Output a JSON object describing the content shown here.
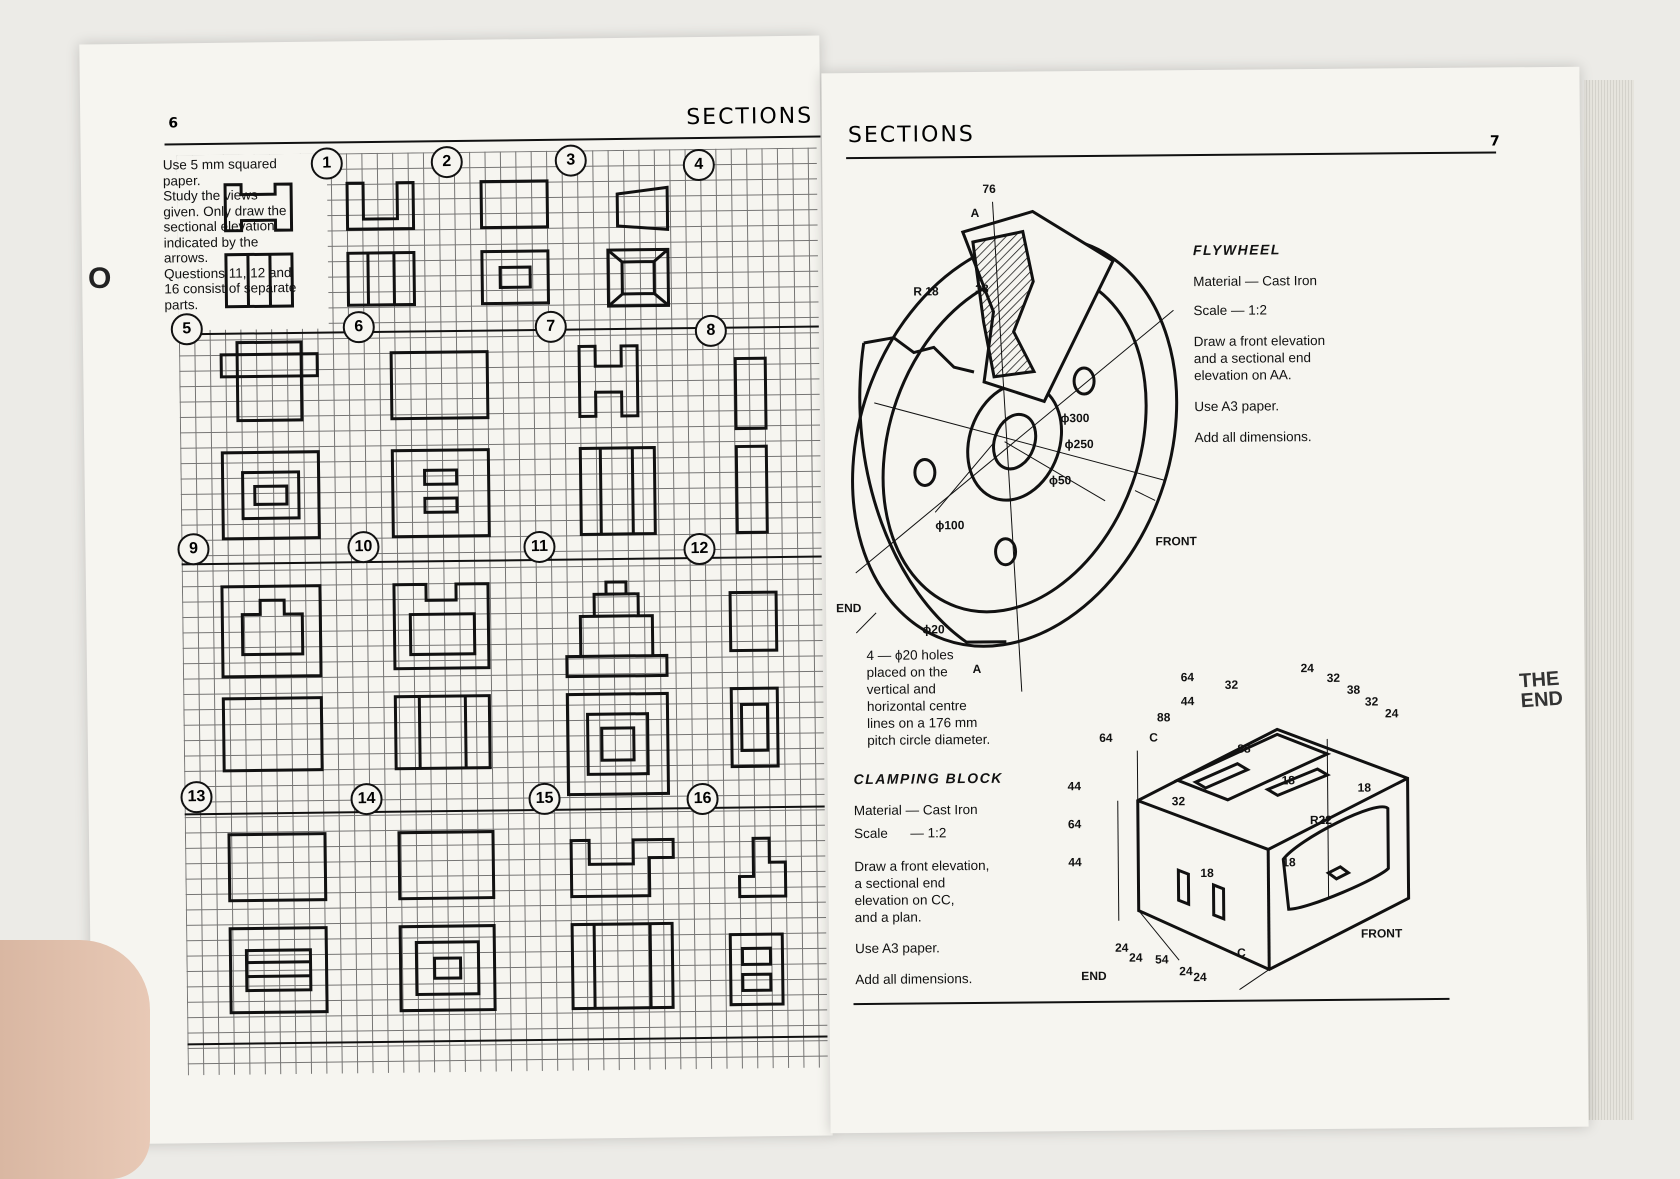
{
  "left_page": {
    "page_number": "6",
    "header": "SECTIONS",
    "instructions": [
      "Use 5 mm squared",
      "paper.",
      "Study the views",
      "given. Only draw the",
      "sectional elevation",
      "indicated by the",
      "arrows.",
      "Questions 11, 12 and",
      "16 consist of separate",
      "parts."
    ],
    "question_numbers": [
      "1",
      "2",
      "3",
      "4",
      "5",
      "6",
      "7",
      "8",
      "9",
      "10",
      "11",
      "12",
      "13",
      "14",
      "15",
      "16"
    ]
  },
  "right_page": {
    "page_number": "7",
    "header": "SECTIONS",
    "flywheel": {
      "title": "FLYWHEEL",
      "material": "Material — Cast Iron",
      "scale": "Scale — 1:2",
      "task": [
        "Draw a front elevation",
        "and a sectional end",
        "elevation on AA."
      ],
      "paper": "Use A3 paper.",
      "dims_note": "Add all dimensions.",
      "holes_note": [
        "4 — ϕ20 holes",
        "placed on the",
        "vertical and",
        "horizontal centre",
        "lines on a 176 mm",
        "pitch circle diameter."
      ],
      "labels": {
        "d76": "76",
        "a": "A",
        "r18": "R 18",
        "d38": "38",
        "d300": "ϕ300",
        "d250": "ϕ250",
        "d50": "ϕ50",
        "d100": "ϕ100",
        "d20": "ϕ20",
        "front": "FRONT",
        "end": "END"
      }
    },
    "clamping_block": {
      "title": "CLAMPING BLOCK",
      "material": "Material — Cast Iron",
      "scale": "Scale      — 1:2",
      "task": [
        "Draw a front elevation,",
        "a sectional end",
        "elevation on CC,",
        "and a plan."
      ],
      "paper": "Use A3 paper.",
      "dims_note": "Add all dimensions.",
      "labels": {
        "front": "FRONT",
        "end": "END",
        "c": "C",
        "r22": "R22",
        "d64": "64",
        "d44": "44",
        "d88": "88",
        "d32": "32",
        "d24": "24",
        "d38": "38",
        "d18": "18",
        "d54": "54"
      }
    }
  },
  "margin_marks": {
    "o": "O",
    "the_end": [
      "THE",
      "END"
    ]
  }
}
